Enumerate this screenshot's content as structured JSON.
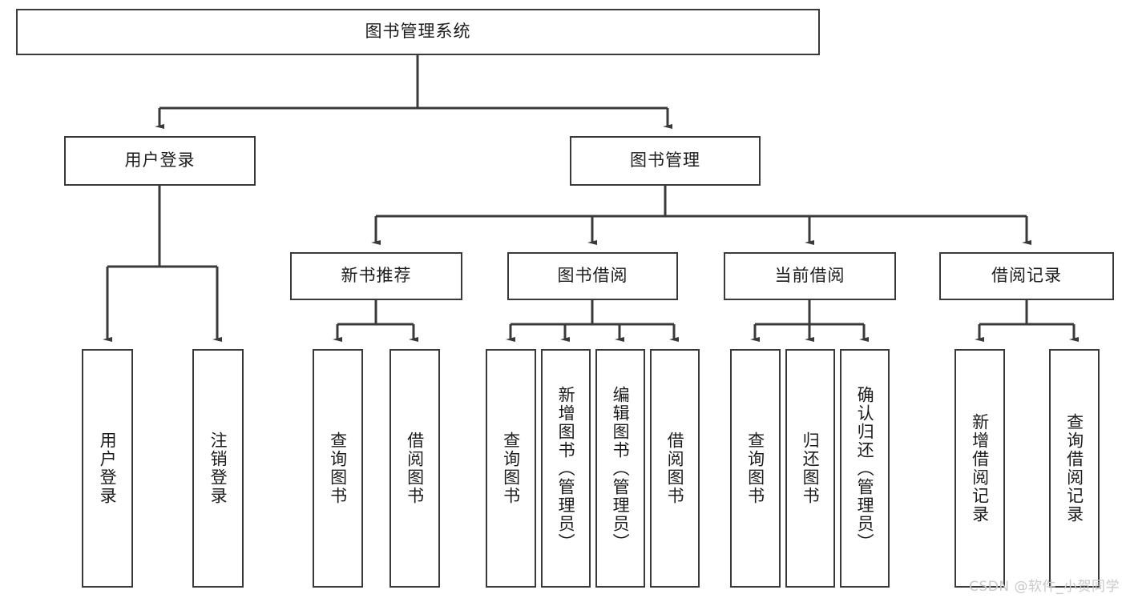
{
  "diagram": {
    "title_node": {
      "label": "图书管理系统"
    },
    "level2": [
      {
        "id": "user-login",
        "label": "用户登录"
      },
      {
        "id": "book-manage",
        "label": "图书管理"
      }
    ],
    "level3": [
      {
        "id": "new-book-recommend",
        "label": "新书推荐"
      },
      {
        "id": "book-borrow",
        "label": "图书借阅"
      },
      {
        "id": "current-borrow",
        "label": "当前借阅"
      },
      {
        "id": "borrow-record",
        "label": "借阅记录"
      }
    ],
    "leaves": [
      {
        "id": "leaf-user-login",
        "label": "用户登录",
        "parent": "user-login"
      },
      {
        "id": "leaf-logout-login",
        "label": "注销登录",
        "parent": "user-login"
      },
      {
        "id": "leaf-query-book-1",
        "label": "查询图书",
        "parent": "new-book-recommend"
      },
      {
        "id": "leaf-borrow-book-1",
        "label": "借阅图书",
        "parent": "new-book-recommend"
      },
      {
        "id": "leaf-query-book-2",
        "label": "查询图书",
        "parent": "book-borrow"
      },
      {
        "id": "leaf-add-book",
        "label": "新增图书（管理员）",
        "parent": "book-borrow"
      },
      {
        "id": "leaf-edit-book",
        "label": "编辑图书（管理员）",
        "parent": "book-borrow"
      },
      {
        "id": "leaf-borrow-book-2",
        "label": "借阅图书",
        "parent": "book-borrow"
      },
      {
        "id": "leaf-query-book-3",
        "label": "查询图书",
        "parent": "current-borrow"
      },
      {
        "id": "leaf-return-book",
        "label": "归还图书",
        "parent": "current-borrow"
      },
      {
        "id": "leaf-confirm-return",
        "label": "确认归还（管理员）",
        "parent": "current-borrow"
      },
      {
        "id": "leaf-add-record",
        "label": "新增借阅记录",
        "parent": "borrow-record"
      },
      {
        "id": "leaf-query-record",
        "label": "查询借阅记录",
        "parent": "borrow-record"
      }
    ],
    "watermark": "CSDN @软件_小贺同学",
    "colors": {
      "stroke": "#3a3a3a",
      "text": "#1c1c1c",
      "background": "#ffffff",
      "watermark": "#c9c9c9"
    }
  }
}
